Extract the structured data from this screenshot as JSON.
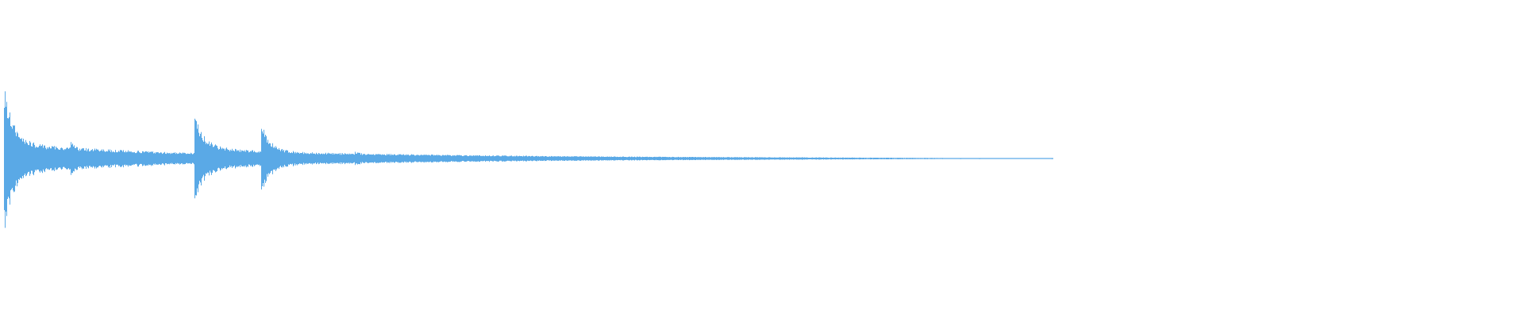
{
  "waveform": {
    "color": "#5aa9e6",
    "track_length_s": 20.0,
    "max_amplitude_fraction": 1.0,
    "peaks": [
      {
        "time_s": 0.05,
        "amp": 1.0,
        "decay_to": 0.22,
        "tail_s": 0.8
      },
      {
        "time_s": 0.92,
        "amp": 0.24,
        "decay_to": 0.08,
        "tail_s": 1.4
      },
      {
        "time_s": 2.55,
        "amp": 0.62,
        "decay_to": 0.16,
        "tail_s": 0.8
      },
      {
        "time_s": 3.42,
        "amp": 0.5,
        "decay_to": 0.1,
        "tail_s": 1.2
      },
      {
        "time_s": 4.65,
        "amp": 0.1,
        "decay_to": 0.05,
        "tail_s": 2.0
      }
    ],
    "fade_end_s": 14.3
  }
}
